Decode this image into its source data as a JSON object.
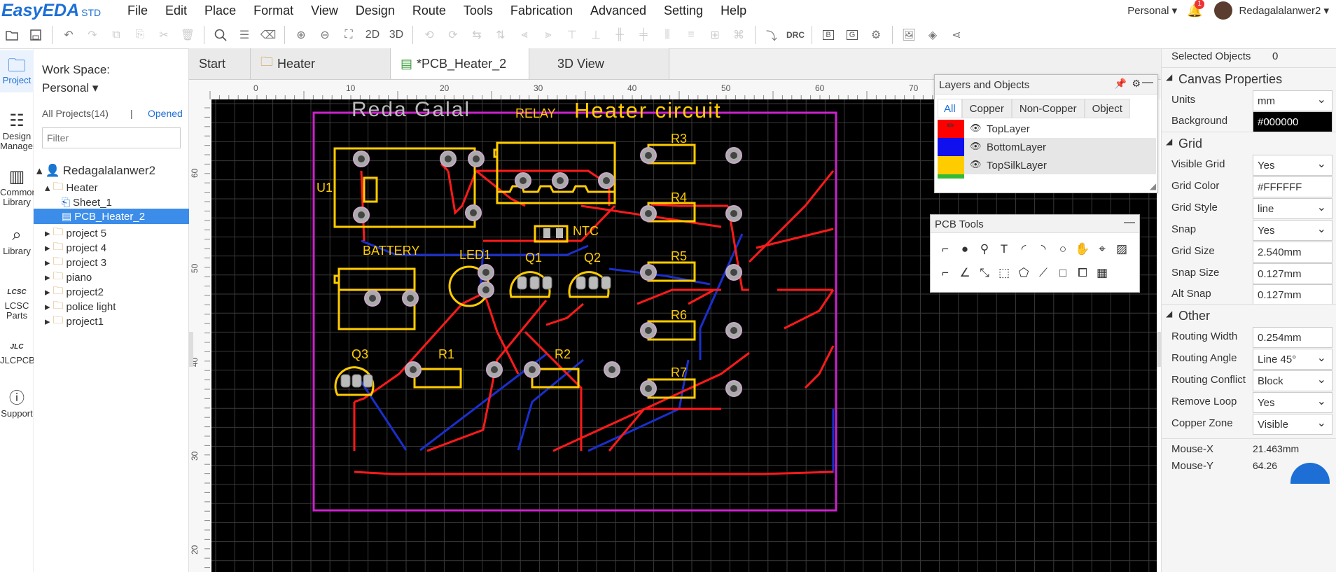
{
  "app": {
    "name": "EasyEDA",
    "edition": "STD"
  },
  "menu": [
    "File",
    "Edit",
    "Place",
    "Format",
    "View",
    "Design",
    "Route",
    "Tools",
    "Fabrication",
    "Advanced",
    "Setting",
    "Help"
  ],
  "user": {
    "workspace": "Personal",
    "notification_count": "1",
    "username": "Redagalalanwer2"
  },
  "toolbar": {
    "label_2d": "2D",
    "label_3d": "3D",
    "label_drc": "DRC",
    "label_b": "B",
    "label_g": "G"
  },
  "left_nav": [
    {
      "label": "Project",
      "icon": "folder-icon"
    },
    {
      "label": "Design Manager",
      "icon": "list-icon"
    },
    {
      "label": "Common Library",
      "icon": "chip-icon"
    },
    {
      "label": "Library",
      "icon": "search-library-icon"
    },
    {
      "label": "LCSC Parts",
      "icon": "lcsc-icon"
    },
    {
      "label": "JLCPCB",
      "icon": "jlc-icon"
    },
    {
      "label": "Support",
      "icon": "help-icon"
    }
  ],
  "project_panel": {
    "workspace_label": "Work Space:",
    "workspace_value": "Personal",
    "all_projects": "All Projects(14)",
    "divider": "|",
    "opened": "Opened",
    "filter_placeholder": "Filter",
    "tree": [
      {
        "label": "Redagalalanwer2",
        "level": 0,
        "type": "user"
      },
      {
        "label": "Heater",
        "level": 1,
        "type": "folder"
      },
      {
        "label": "Sheet_1",
        "level": 2,
        "type": "sheet"
      },
      {
        "label": "PCB_Heater_2",
        "level": 2,
        "type": "pcb"
      },
      {
        "label": "project 5",
        "level": 1,
        "type": "folder"
      },
      {
        "label": "project 4",
        "level": 1,
        "type": "folder"
      },
      {
        "label": "project 3",
        "level": 1,
        "type": "folder"
      },
      {
        "label": "piano",
        "level": 1,
        "type": "folder"
      },
      {
        "label": "project2",
        "level": 1,
        "type": "folder"
      },
      {
        "label": "police light",
        "level": 1,
        "type": "folder"
      },
      {
        "label": "project1",
        "level": 1,
        "type": "folder"
      }
    ]
  },
  "tabs": [
    "Start",
    "Heater",
    "*PCB_Heater_2",
    "3D View"
  ],
  "ruler": {
    "top": [
      "0",
      "10",
      "20",
      "30",
      "40",
      "50",
      "60",
      "70"
    ],
    "left": [
      "60",
      "50",
      "40",
      "30",
      "20"
    ]
  },
  "pcb": {
    "silk_texts": {
      "title_name": "Reda Galal",
      "relay": "RELAY",
      "heater": "Heater circuit",
      "u1": "U1",
      "battery": "BATTERY",
      "ntc": "NTC",
      "led1": "LED1",
      "q1": "Q1",
      "q2": "Q2",
      "q3": "Q3",
      "r1": "R1",
      "r2": "R2",
      "r3": "R3",
      "r4": "R4",
      "r5": "R5",
      "r6": "R6",
      "r7": "R7"
    },
    "colors": {
      "background": "#000000",
      "grid": "#FFFFFF",
      "top_layer": "#FF0000",
      "bottom_layer": "#0000FF",
      "silk": "#FFCC00",
      "outline": "#FF00FF"
    }
  },
  "layers_panel": {
    "title": "Layers and Objects",
    "tabs": [
      "All",
      "Copper",
      "Non-Copper",
      "Object"
    ],
    "layers": [
      {
        "name": "TopLayer",
        "color": "#FF0000"
      },
      {
        "name": "BottomLayer",
        "color": "#0000FF"
      },
      {
        "name": "TopSilkLayer",
        "color": "#FFCC00"
      }
    ]
  },
  "pcb_tools": {
    "title": "PCB Tools"
  },
  "properties": {
    "selected_label": "Selected Objects",
    "selected_count": "0",
    "canvas_header": "Canvas Properties",
    "units_label": "Units",
    "units": "mm",
    "background_label": "Background",
    "background": "#000000",
    "grid_header": "Grid",
    "visible_grid_label": "Visible Grid",
    "visible_grid": "Yes",
    "grid_color_label": "Grid Color",
    "grid_color": "#FFFFFF",
    "grid_style_label": "Grid Style",
    "grid_style": "line",
    "snap_label": "Snap",
    "snap": "Yes",
    "grid_size_label": "Grid Size",
    "grid_size": "2.540mm",
    "snap_size_label": "Snap Size",
    "snap_size": "0.127mm",
    "alt_snap_label": "Alt Snap",
    "alt_snap": "0.127mm",
    "other_header": "Other",
    "routing_width_label": "Routing Width",
    "routing_width": "0.254mm",
    "routing_angle_label": "Routing Angle",
    "routing_angle": "Line 45°",
    "routing_conflict_label": "Routing Conflict",
    "routing_conflict": "Block",
    "remove_loop_label": "Remove Loop",
    "remove_loop": "Yes",
    "copper_zone_label": "Copper Zone",
    "copper_zone": "Visible",
    "mouse_x_label": "Mouse-X",
    "mouse_x": "21.463mm",
    "mouse_y_label": "Mouse-Y",
    "mouse_y": "64.26"
  }
}
